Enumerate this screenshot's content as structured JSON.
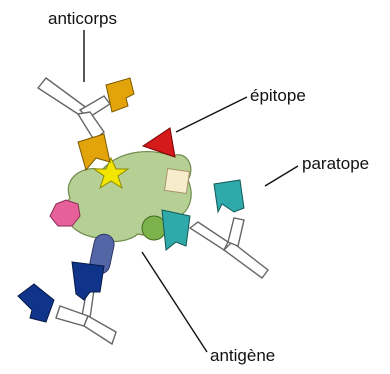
{
  "labels": {
    "anticorps": "anticorps",
    "epitope": "épitope",
    "paratope": "paratope",
    "antigene": "antigène"
  },
  "colors": {
    "antigen": "#b6cf95",
    "antigen_stroke": "#6f8a4a",
    "antibody_fill": "#ffffff",
    "antibody_stroke": "#666666",
    "triangle_epitope": "#d41a1a",
    "star_epitope": "#f2e600",
    "cream_epitope": "#f7eccb",
    "pink_epitope": "#e6609a",
    "green_epitope": "#7cb34a",
    "capsule_epitope": "#5566a6",
    "orange_paratope": "#e3a30b",
    "teal_paratope": "#2fa9a9",
    "navy_paratope": "#0f3489"
  },
  "icons": [
    "antibody-y-shape",
    "antigen-blob",
    "triangle-epitope",
    "star-epitope",
    "square-epitope",
    "hexagon-epitope",
    "circle-epitope",
    "capsule-epitope"
  ]
}
